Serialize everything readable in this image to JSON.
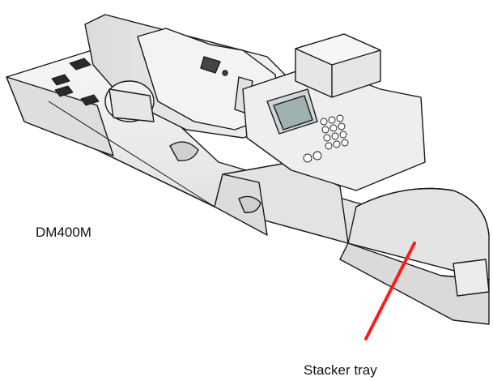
{
  "model_label": "DM400M",
  "callout_label": "Stacker tray",
  "colors": {
    "body_fill": "#e9e9e9",
    "body_light": "#f6f6f6",
    "body_shade": "#d6d6d6",
    "outline": "#1a1a1a",
    "callout_arrow": "#ff1a1a"
  },
  "parts": {
    "machine": "postage-meter",
    "tray": "stacker-tray",
    "arrow_icon": "callout-arrow-icon"
  }
}
